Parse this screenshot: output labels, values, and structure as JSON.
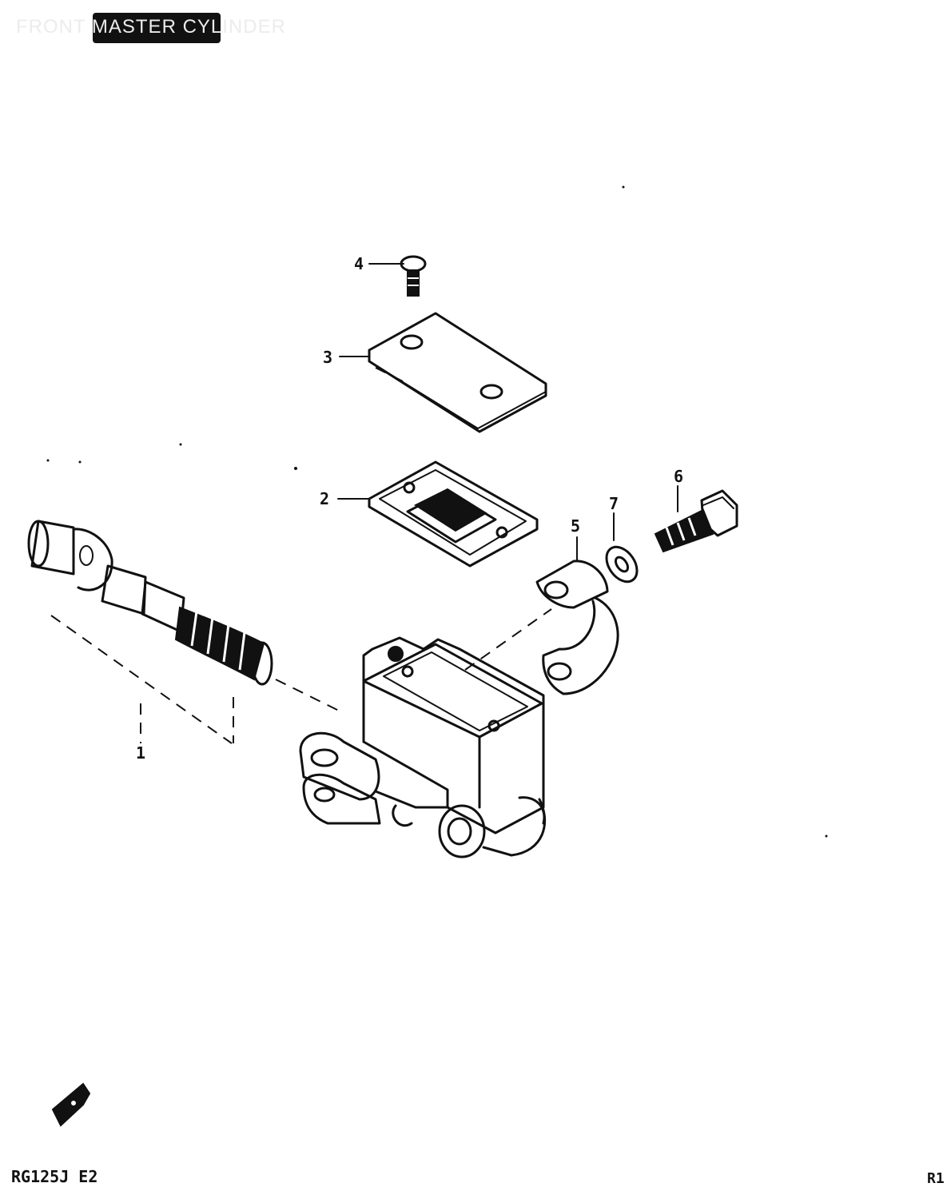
{
  "header": {
    "title": "FRONT MASTER CYLINDER"
  },
  "callouts": [
    {
      "id": "1",
      "label": "1"
    },
    {
      "id": "2",
      "label": "2"
    },
    {
      "id": "3",
      "label": "3"
    },
    {
      "id": "4",
      "label": "4"
    },
    {
      "id": "5",
      "label": "5"
    },
    {
      "id": "6",
      "label": "6"
    },
    {
      "id": "7",
      "label": "7"
    }
  ],
  "footer": {
    "model": "RG125J  E2",
    "ref": "R1"
  }
}
